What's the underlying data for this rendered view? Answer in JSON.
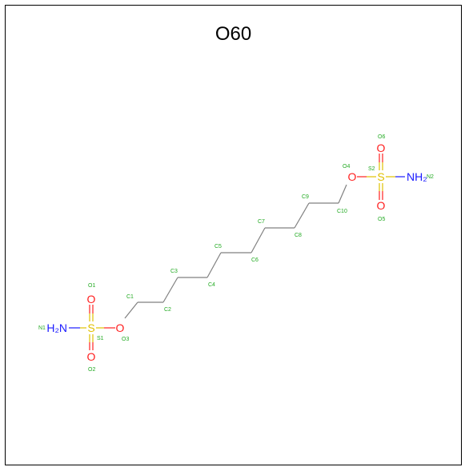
{
  "title": "O60",
  "colors": {
    "carbon_bond": "#808080",
    "oxygen": "#ff2020",
    "sulfur": "#e0c000",
    "nitrogen": "#1a1aff",
    "index": "#22aa22"
  },
  "atoms": {
    "N1": {
      "text": "H₂N",
      "index": "N1"
    },
    "S1": {
      "text": "S",
      "index": "S1"
    },
    "O1": {
      "text": "O",
      "index": "O1"
    },
    "O2": {
      "text": "O",
      "index": "O2"
    },
    "O3": {
      "text": "O",
      "index": "O3"
    },
    "O4": {
      "text": "O",
      "index": "O4"
    },
    "S2": {
      "text": "S",
      "index": "S2"
    },
    "O5": {
      "text": "O",
      "index": "O5"
    },
    "O6": {
      "text": "O",
      "index": "O6"
    },
    "N2": {
      "text": "NH₂",
      "index": "N2"
    }
  },
  "carbons": [
    "C1",
    "C2",
    "C3",
    "C4",
    "C5",
    "C6",
    "C7",
    "C8",
    "C9",
    "C10"
  ]
}
